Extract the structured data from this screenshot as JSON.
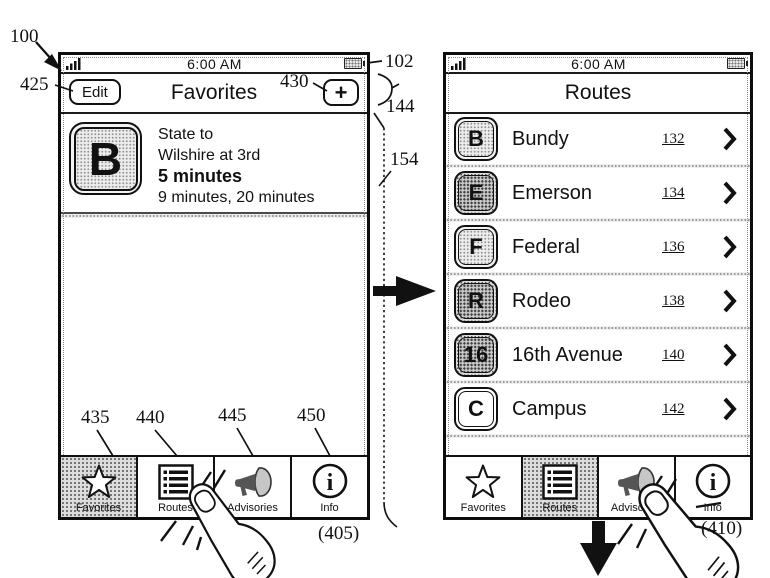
{
  "left_phone": {
    "screen_ref": "(405)",
    "status_bar": {
      "time": "6:00 AM"
    },
    "header": {
      "edit_button": "Edit",
      "title": "Favorites",
      "add_button": "+"
    },
    "favorite": {
      "badge": "B",
      "route_line1": "State to",
      "route_line2": "Wilshire at 3rd",
      "next_arrival": "5 minutes",
      "later_arrivals": "9 minutes, 20 minutes"
    },
    "tabs": [
      {
        "label": "Favorites",
        "selected": true
      },
      {
        "label": "Routes",
        "selected": false
      },
      {
        "label": "Advisories",
        "selected": false
      },
      {
        "label": "Info",
        "selected": false
      }
    ]
  },
  "right_phone": {
    "screen_ref": "(410)",
    "status_bar": {
      "time": "6:00 AM"
    },
    "header": {
      "title": "Routes"
    },
    "routes": [
      {
        "badge": "B",
        "name": "Bundy",
        "ref": "132",
        "shade": "light"
      },
      {
        "badge": "E",
        "name": "Emerson",
        "ref": "134",
        "shade": "dark"
      },
      {
        "badge": "F",
        "name": "Federal",
        "ref": "136",
        "shade": "light"
      },
      {
        "badge": "R",
        "name": "Rodeo",
        "ref": "138",
        "shade": "dark"
      },
      {
        "badge": "16",
        "name": "16th Avenue",
        "ref": "140",
        "shade": "dark"
      },
      {
        "badge": "C",
        "name": "Campus",
        "ref": "142",
        "shade": "none"
      }
    ],
    "tabs": [
      {
        "label": "Favorites",
        "selected": false
      },
      {
        "label": "Routes",
        "selected": true
      },
      {
        "label": "Advisories",
        "selected": false
      },
      {
        "label": "Info",
        "selected": false
      }
    ]
  },
  "annotations": {
    "device_ref": "100",
    "battery_ref": "102",
    "header_ref": "144",
    "content_ref": "154",
    "edit_ref": "425",
    "add_ref": "430",
    "tab_favorites_ref": "435",
    "tab_routes_ref": "440",
    "tab_advisories_ref": "445",
    "tab_info_ref": "450"
  },
  "icons": {
    "status_signal": "signal-bars-icon",
    "status_battery": "battery-icon",
    "favorites_tab": "star-icon",
    "routes_tab": "list-icon",
    "advisories_tab": "megaphone-icon",
    "info_tab": "info-icon",
    "info_glyph": "i",
    "row_disclosure": "chevron-right-icon",
    "transition": "arrow-right-icon",
    "scroll_hint": "arrow-down-icon",
    "tap_gesture": "pointing-hand-icon"
  },
  "colors": {
    "ink": "#111111",
    "paper": "#ffffff",
    "halftone_light": "#efefef",
    "halftone_dark": "#c9c9c9"
  }
}
